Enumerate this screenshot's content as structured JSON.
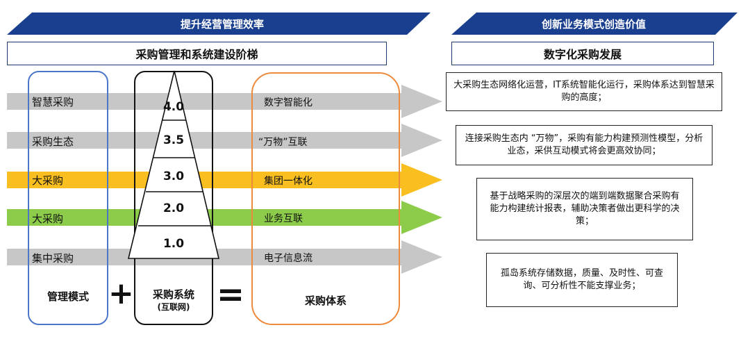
{
  "left_banner": "提升经营管理效率",
  "right_banner": "创新业务模式创造价值",
  "left_subhead": "采购管理和系统建设阶梯",
  "right_subhead": "数字化采购发展",
  "rows": [
    {
      "mode": "智慧采购",
      "tier": "4.0",
      "stage": "数字智能化",
      "color": "#c7c7c7"
    },
    {
      "mode": "采购生态",
      "tier": "3.5",
      "stage": "“万物”互联",
      "color": "#c7c7c7"
    },
    {
      "mode": "大采购",
      "tier": "3.0",
      "stage": "集团一体化",
      "color": "#f9be1f"
    },
    {
      "mode": "大采购",
      "tier": "2.0",
      "stage": "业务互联",
      "color": "#8ccc4a"
    },
    {
      "mode": "集中采购",
      "tier": "1.0",
      "stage": "电子信息流",
      "color": "#c7c7c7"
    }
  ],
  "bottom": {
    "left": "管理模式",
    "plus": "+",
    "middle_line1": "采购系统",
    "middle_line2": "(互联网)",
    "equals": "=",
    "right": "采购体系"
  },
  "descriptions": [
    "大采购生态网络化运营，IT系统智能化运行，采购体系达到智慧采购的高度；",
    "连接采购生态内 “万物”，采购有能力构建预测性模型，分析业态，采供互动模式将会更高效协同；",
    "基于战略采购的深层次的端到端数据聚合采购有能力构建统计报表，辅助决策者做出更科学的决策；",
    "孤岛系统存储数据，质量、及时性、可查询、可分析性不能支撑业务；"
  ],
  "colors": {
    "banner": "#1a3f8f",
    "grey_arrow": "#c7c7c7",
    "yellow_arrow": "#f9be1f",
    "green_arrow": "#8ccc4a",
    "blue_box": "#4a76c8",
    "orange_box": "#ee8a3c"
  }
}
